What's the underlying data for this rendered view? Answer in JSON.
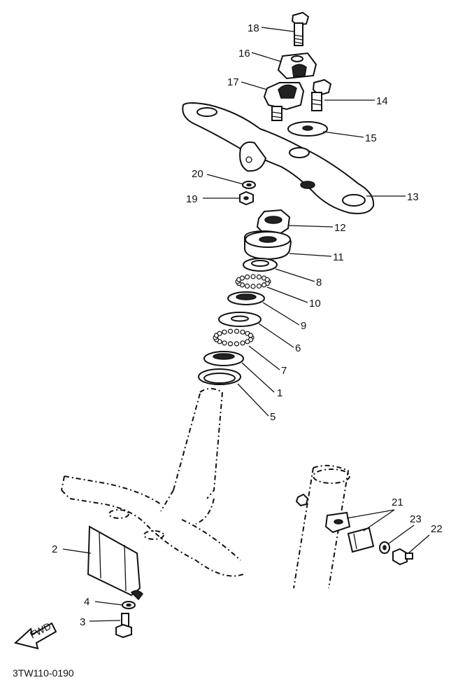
{
  "diagram": {
    "callouts": [
      "1",
      "2",
      "3",
      "4",
      "5",
      "6",
      "7",
      "8",
      "9",
      "10",
      "11",
      "12",
      "13",
      "14",
      "15",
      "16",
      "17",
      "18",
      "19",
      "20",
      "21",
      "22",
      "23"
    ],
    "part_code": "3TW110-0190",
    "fwd_label": "FWD"
  }
}
